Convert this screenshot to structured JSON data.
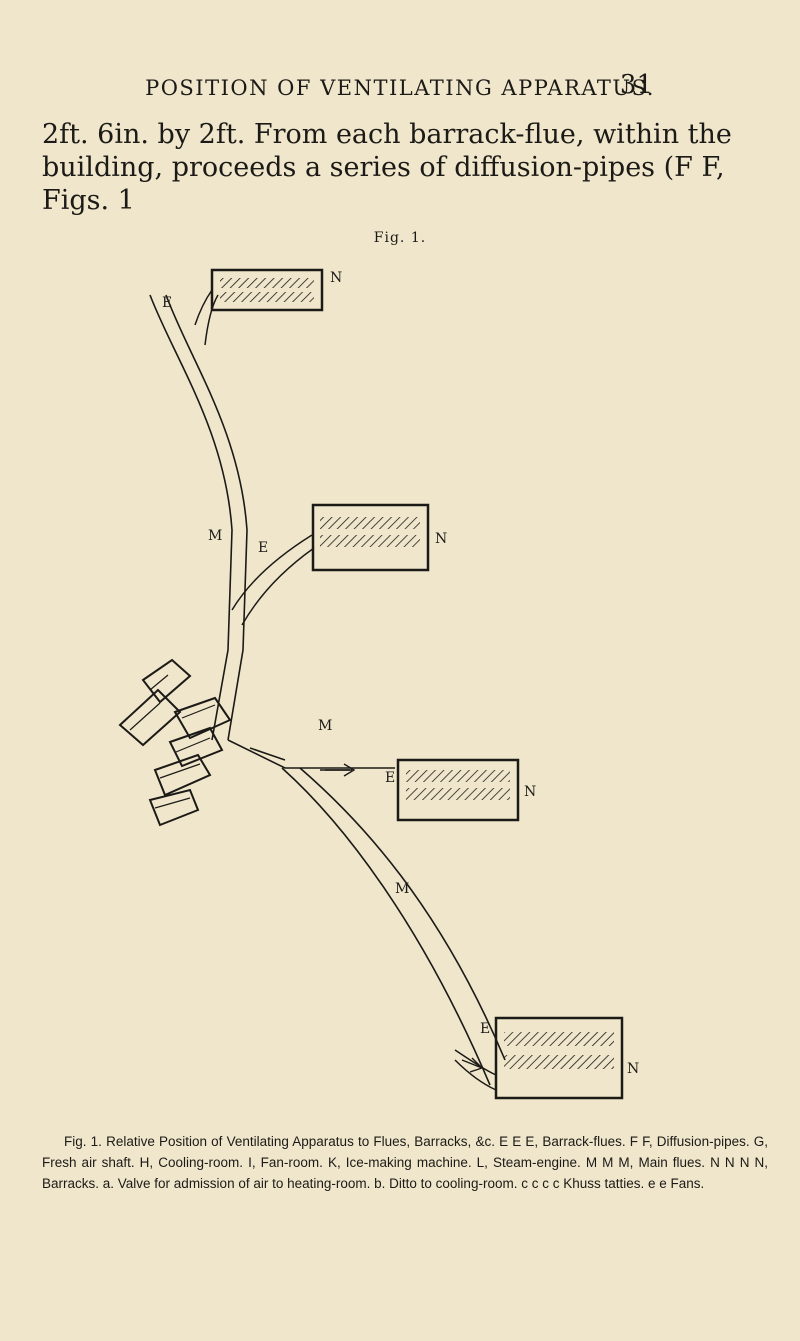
{
  "page": {
    "running_head": "POSITION OF VENTILATING APPARATUS.",
    "page_number": "31"
  },
  "body_text": "2ft. 6in. by 2ft. From each barrack-flue, within the building, proceeds a series of diffusion-pipes (F F, Figs. 1",
  "figure": {
    "title": "Fig. 1.",
    "labels": {
      "e": "E",
      "m": "M",
      "n": "N"
    },
    "caption": "Fig. 1. Relative Position of Ventilating Apparatus to Flues, Barracks, &c. E E E, Barrack-flues. F F, Diffusion-pipes. G, Fresh air shaft. H, Cooling-room. I, Fan-room. K, Ice-making machine. L, Steam-engine. M M M, Main flues. N N N N, Barracks. a. Valve for admission of air to heating-room. b. Ditto to cooling-room. c c c c Khuss tatties. e e Fans."
  }
}
